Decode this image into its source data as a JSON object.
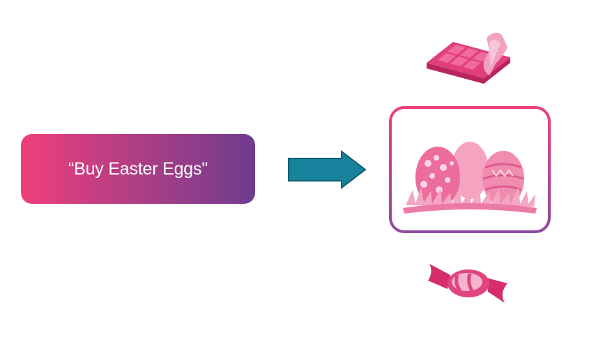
{
  "query": {
    "label": "“Buy Easter Eggs\"",
    "gradient_start": "#ef3f7c",
    "gradient_end": "#6e3c8e"
  },
  "arrow": {
    "fill": "#17829b",
    "stroke": "#0d5f73"
  },
  "result": {
    "icon": "easter-eggs-in-grass",
    "border_top": "#ef3f7c",
    "border_bottom": "#8e4aa0"
  },
  "related_items": {
    "top_icon": "chocolate-bar",
    "bottom_icon": "wrapped-candy"
  },
  "colors": {
    "pink_dark": "#d93673",
    "pink_mid": "#f06b9b",
    "pink_light": "#f7b5cc"
  }
}
